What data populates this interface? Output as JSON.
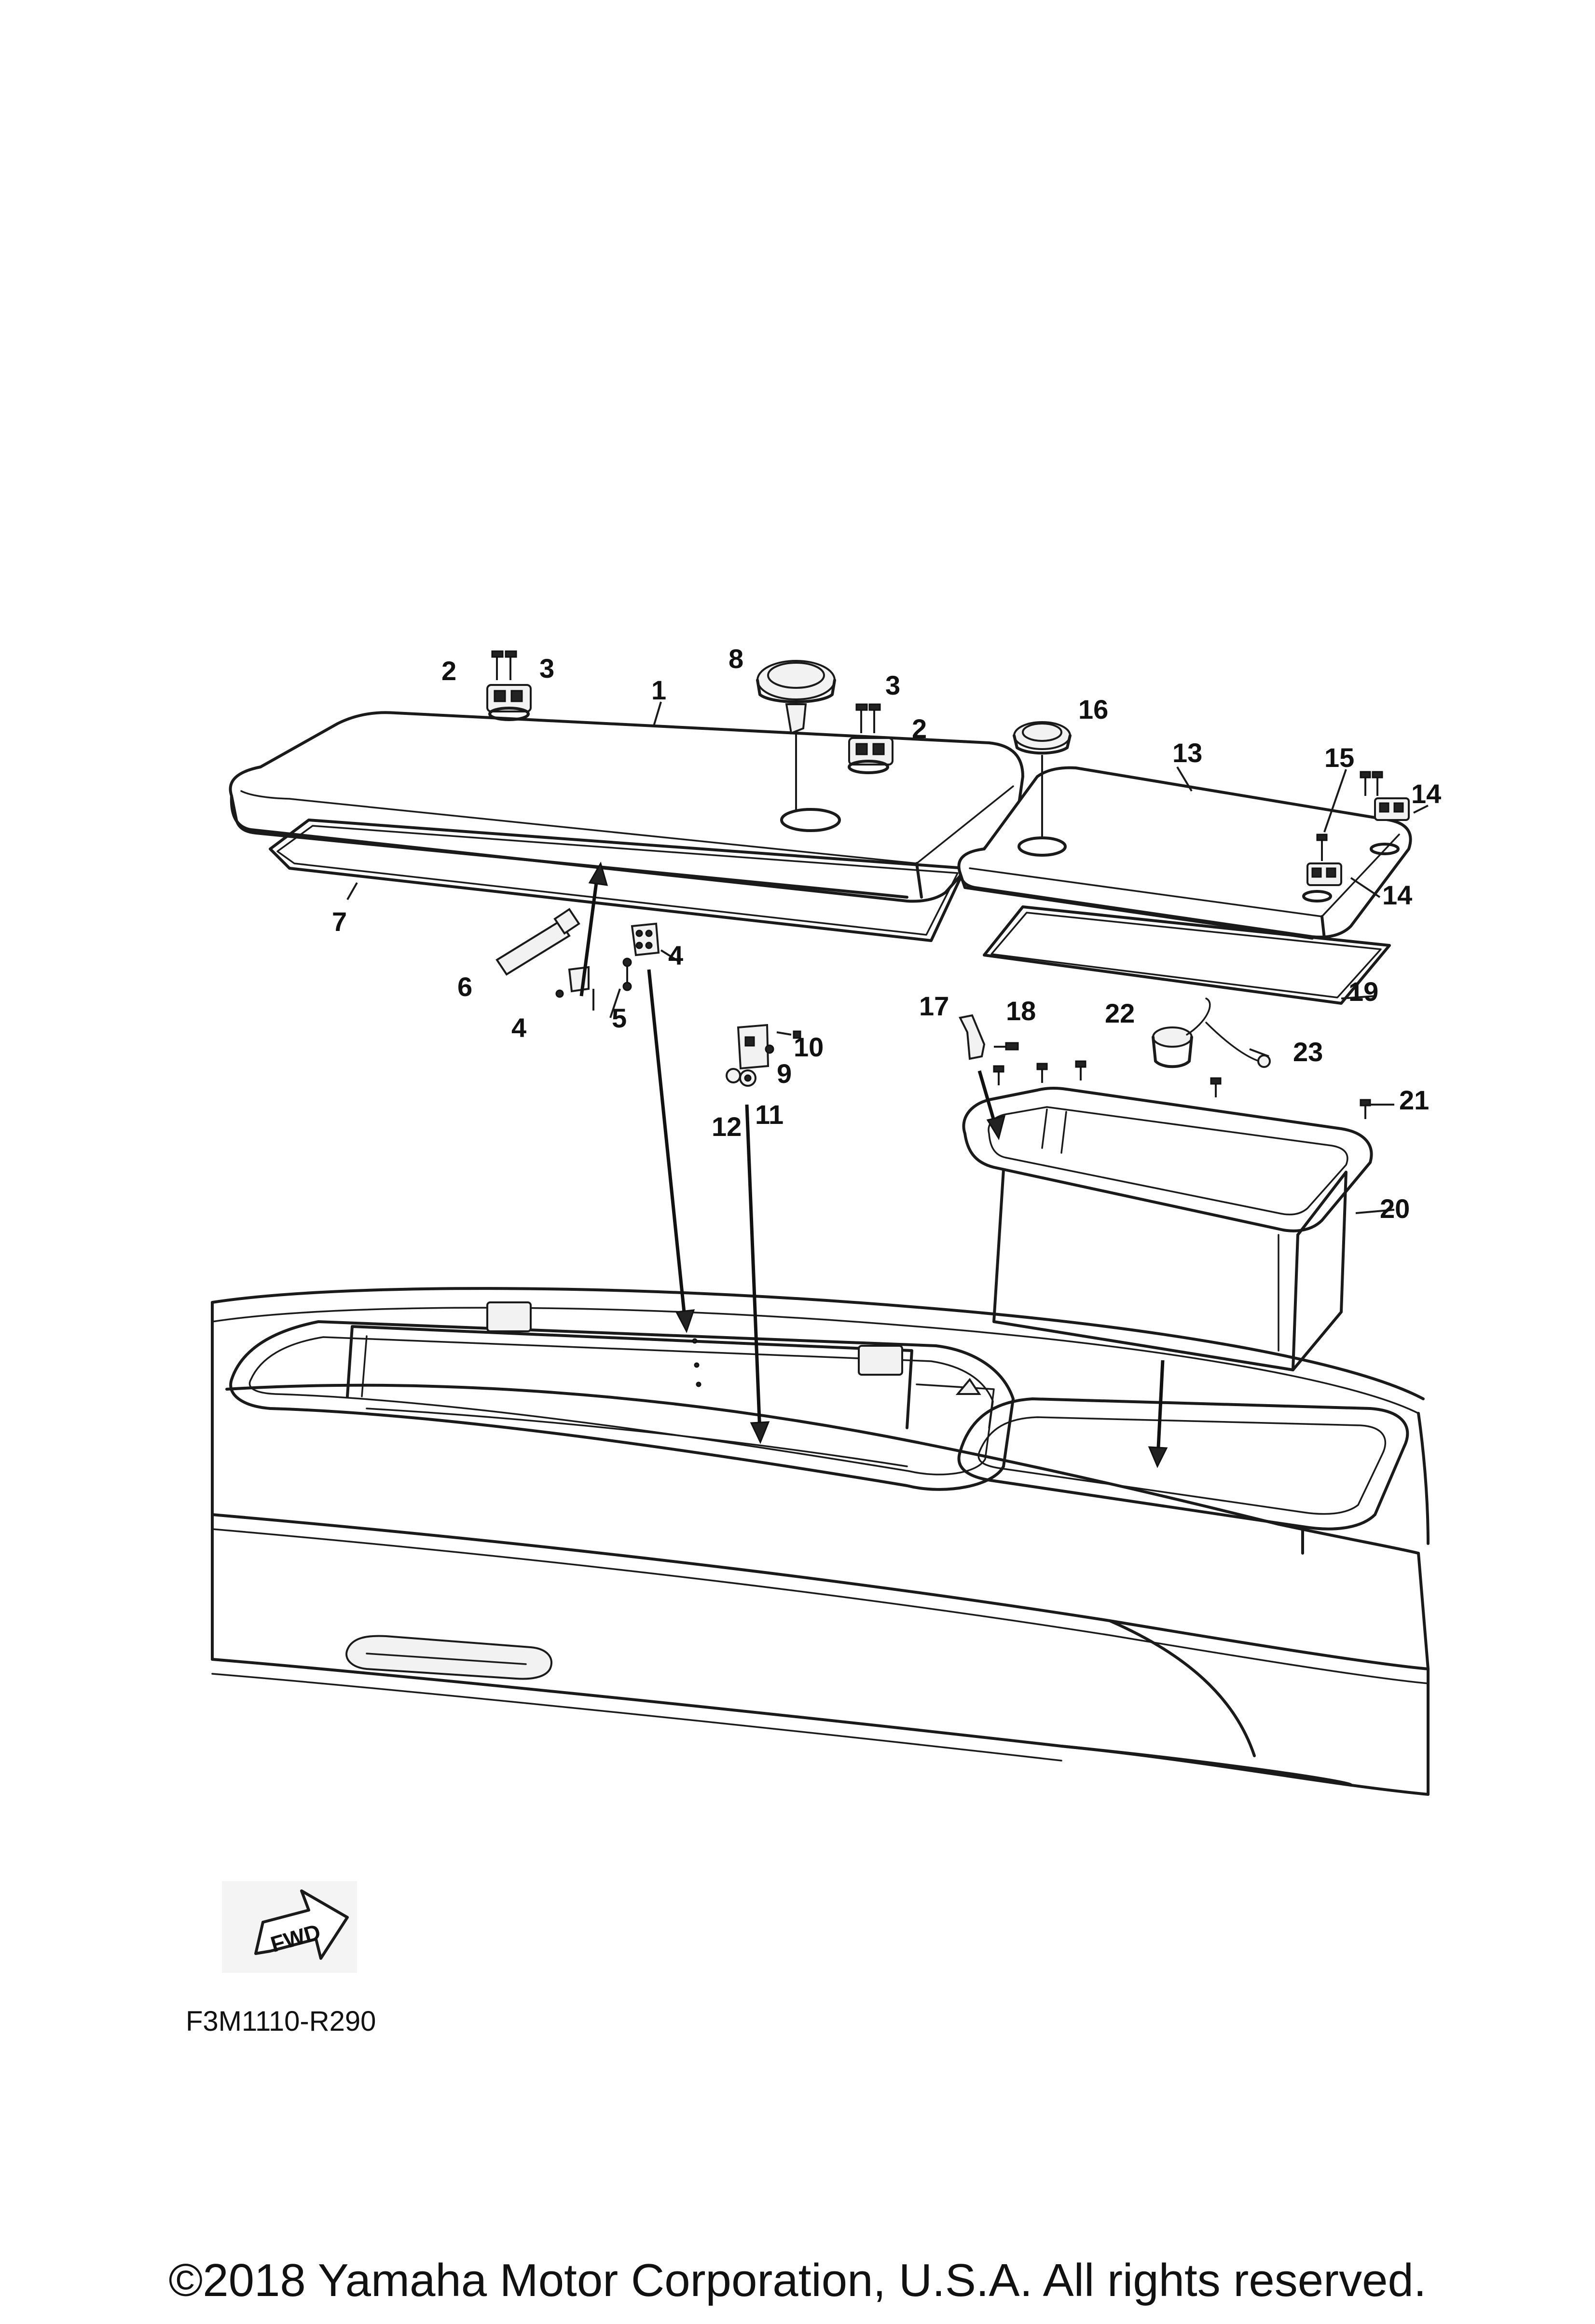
{
  "callouts": {
    "c1": "1",
    "c2a": "2",
    "c2b": "2",
    "c3a": "3",
    "c3b": "3",
    "c4a": "4",
    "c4b": "4",
    "c5": "5",
    "c6": "6",
    "c7": "7",
    "c8": "8",
    "c9": "9",
    "c10": "10",
    "c11": "11",
    "c12": "12",
    "c13": "13",
    "c14a": "14",
    "c14b": "14",
    "c15": "15",
    "c16": "16",
    "c17": "17",
    "c18": "18",
    "c19": "19",
    "c20": "20",
    "c21": "21",
    "c22": "22",
    "c23": "23"
  },
  "fwd_label": "FWD",
  "figure_code": "F3M1110-R290",
  "copyright": "©2018 Yamaha Motor Corporation, U.S.A. All rights reserved."
}
